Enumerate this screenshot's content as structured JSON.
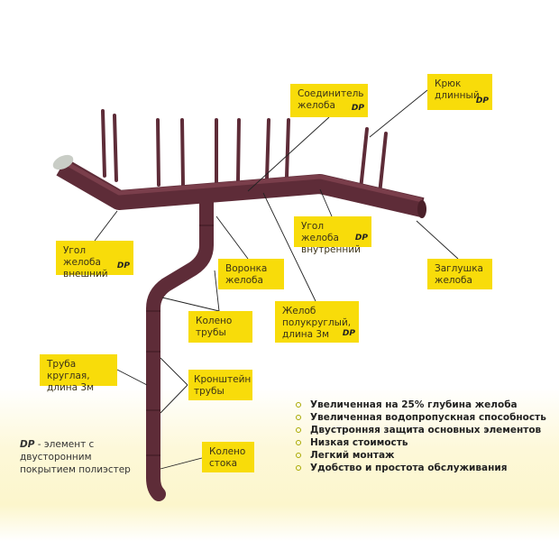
{
  "labels": {
    "connector": {
      "text": "Соединитель желоба",
      "dp": "DP"
    },
    "hook": {
      "text": "Крюк длинный",
      "dp": "DP"
    },
    "outer_corner": {
      "text": "Угол желоба внешний",
      "dp": "DP"
    },
    "funnel": {
      "text": "Воронка желоба"
    },
    "inner_corner": {
      "text": "Угол желоба внутренний",
      "dp": "DP"
    },
    "end_cap": {
      "text": "Заглушка желоба"
    },
    "pipe_elbow": {
      "text": "Колено трубы"
    },
    "gutter": {
      "text": "Желоб полукруглый, длина 3м",
      "dp": "DP"
    },
    "round_pipe": {
      "text": "Труба круглая, длина 3м"
    },
    "pipe_bracket": {
      "text": "Кронштейн трубы"
    },
    "drain_elbow": {
      "text": "Колено стока"
    }
  },
  "note": {
    "dp": "DP",
    "text": " - элемент с двусторонним покрытием полиэстер"
  },
  "features": [
    "Увеличенная на 25% глубина желоба",
    "Увеличенная водопропускная способность",
    "Двустронняя защита основных элементов",
    "Низкая стоимость",
    "Легкий монтаж",
    "Удобство и простота обслуживания"
  ],
  "colors": {
    "label_bg": "#f8dc0a",
    "metal": "#5e2c38"
  }
}
